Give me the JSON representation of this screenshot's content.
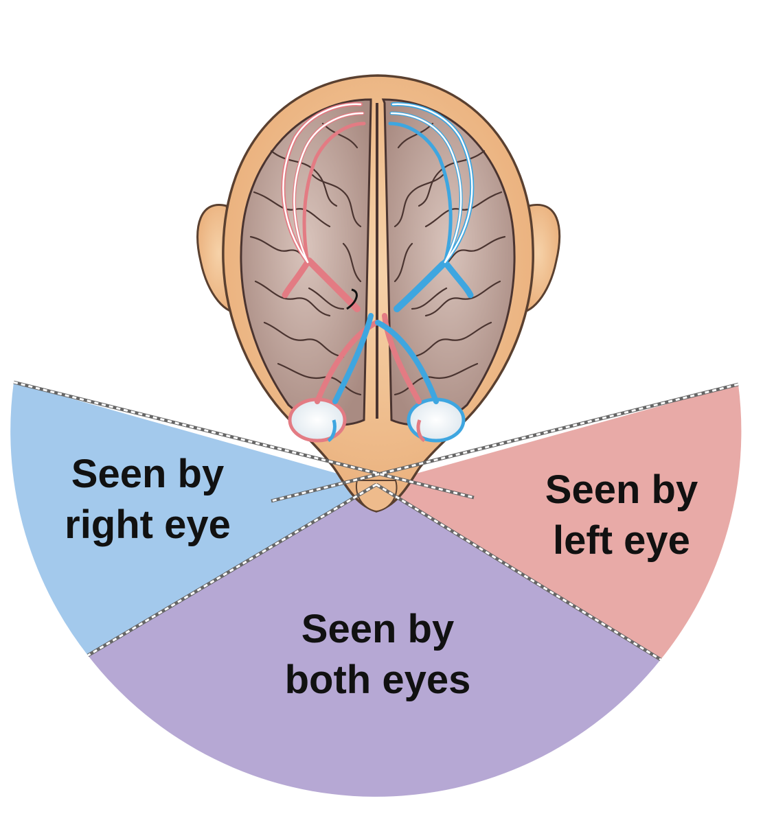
{
  "regions": {
    "right_eye": {
      "line1": "Seen by",
      "line2": "right eye"
    },
    "left_eye": {
      "line1": "Seen by",
      "line2": "left eye"
    },
    "both_eyes": {
      "line1": "Seen by",
      "line2": "both eyes"
    }
  },
  "colors": {
    "right_eye_field": "#a3c9ec",
    "left_eye_field": "#e8aaa7",
    "both_eyes_field": "#b6a8d4",
    "left_visual_pathway": "#e37b83",
    "right_visual_pathway": "#3ea6e0",
    "skin": "#f1c08f",
    "brain": "#b79b93"
  }
}
